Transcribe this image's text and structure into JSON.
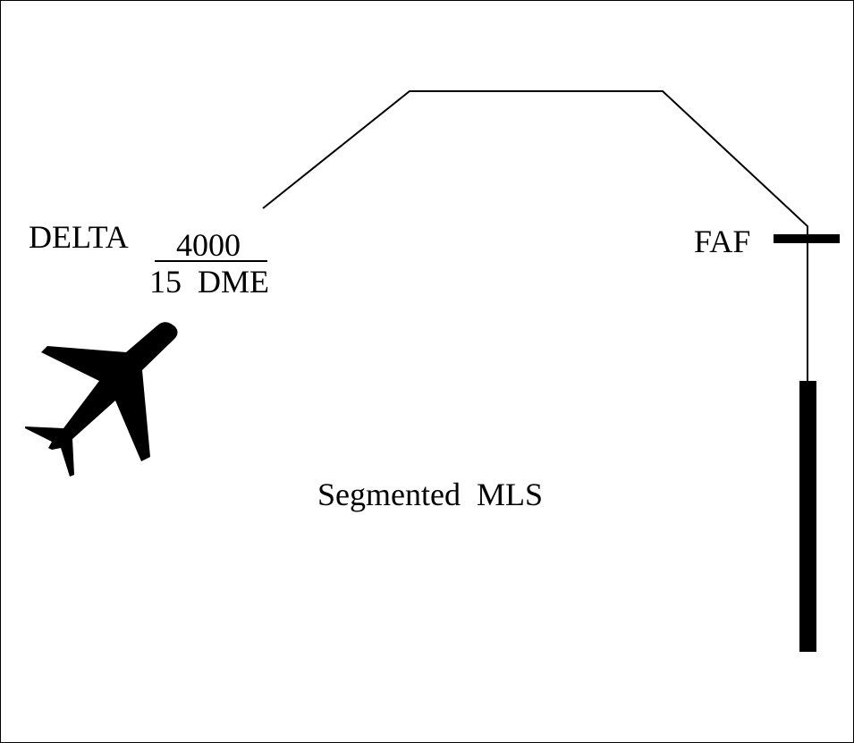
{
  "fix_name": "DELTA",
  "altitude": "4000",
  "distance": "15  DME",
  "faf_label": "FAF",
  "caption": "Segmented  MLS",
  "icons": [
    "airplane-icon"
  ]
}
